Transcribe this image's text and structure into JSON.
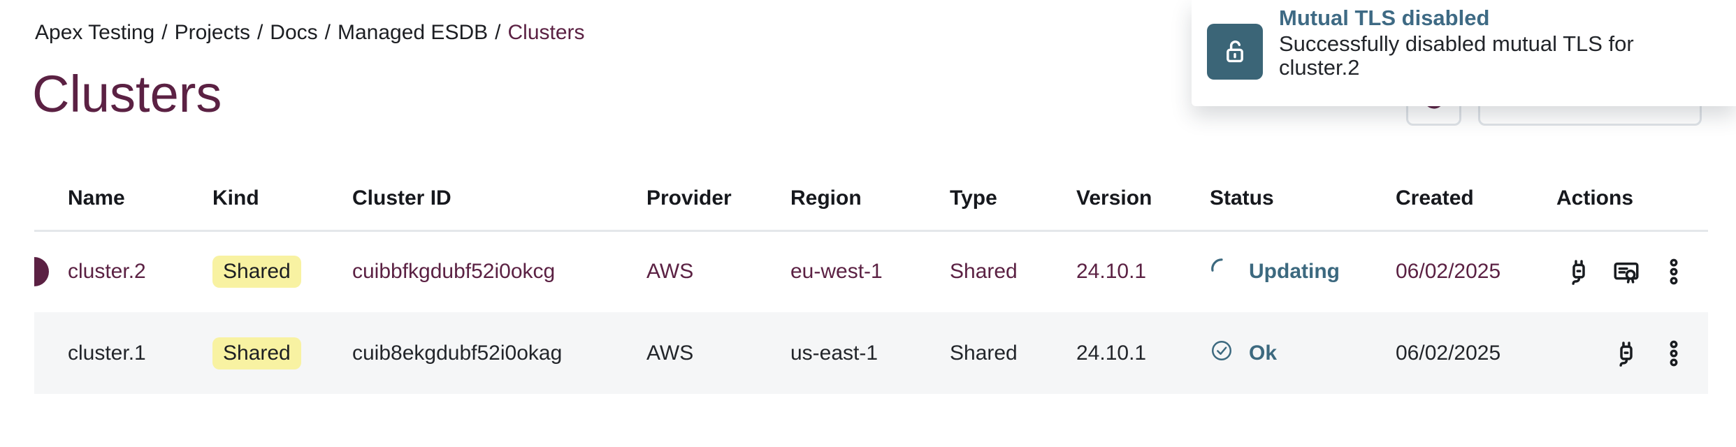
{
  "breadcrumb": {
    "separator": "/",
    "items": [
      "Apex Testing",
      "Projects",
      "Docs",
      "Managed ESDB",
      "Clusters"
    ]
  },
  "page": {
    "title": "Clusters"
  },
  "toast": {
    "title": "Mutual TLS disabled",
    "message": "Successfully disabled mutual TLS for cluster.2",
    "icon": "unlock-icon"
  },
  "toolbar": {
    "small_button_icon": "refresh-icon",
    "wide_button_icon": "chevron-down-icon",
    "small_button_label": "",
    "wide_button_label": ""
  },
  "table": {
    "columns": [
      "Name",
      "Kind",
      "Cluster ID",
      "Provider",
      "Region",
      "Type",
      "Version",
      "Status",
      "Created",
      "Actions"
    ],
    "rows": [
      {
        "name": "cluster.2",
        "kind": "Shared",
        "cluster_id": "cuibbfkgdubf52i0okcg",
        "provider": "AWS",
        "region": "eu-west-1",
        "type": "Shared",
        "version": "24.10.1",
        "status": "Updating",
        "status_icon": "spinner-icon",
        "created": "06/02/2025",
        "action_icons": [
          "plug-icon",
          "certificate-icon",
          "kebab-menu-icon"
        ],
        "highlighted": true
      },
      {
        "name": "cluster.1",
        "kind": "Shared",
        "cluster_id": "cuib8ekgdubf52i0okag",
        "provider": "AWS",
        "region": "us-east-1",
        "type": "Shared",
        "version": "24.10.1",
        "status": "Ok",
        "status_icon": "check-circle-icon",
        "created": "06/02/2025",
        "action_icons": [
          "plug-icon",
          "kebab-menu-icon"
        ],
        "highlighted": false
      }
    ]
  },
  "colors": {
    "brand_maroon": "#5b2143",
    "status_teal": "#3c697f",
    "toast_icon_bg": "#3b6577",
    "badge_yellow": "#f8f2a2",
    "row_alt_bg": "#f5f6f7",
    "divider": "#e4e7ea"
  }
}
